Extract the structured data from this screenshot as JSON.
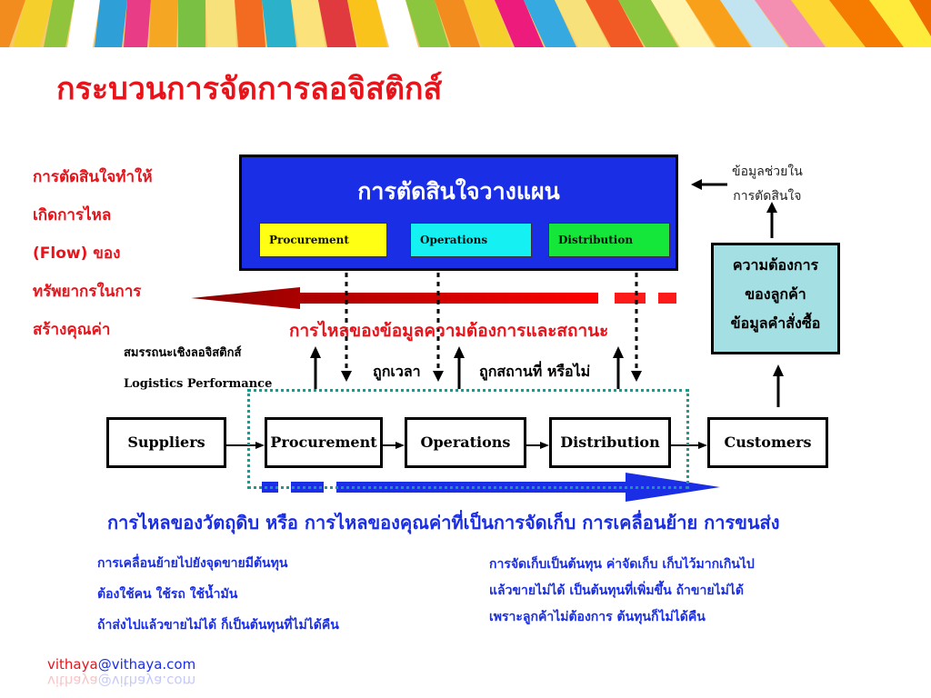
{
  "title": "กระบวนการจัดการลอจิสติกส์",
  "left_note": [
    "การตัดสินใจทำให้",
    "เกิดการไหล",
    "(Flow) ของ",
    "ทรัพยากรในการ",
    "สร้างคุณค่า"
  ],
  "plan_box": {
    "title": "การตัดสินใจวางแผน",
    "sub": [
      "Procurement",
      "Operations",
      "Distribution"
    ]
  },
  "info_note": [
    "ข้อมูลช่วยใน",
    "การตัดสินใจ"
  ],
  "customer_box": [
    "ความต้องการ",
    "ของลูกค้า",
    "ข้อมูลคำสั่งซื้อ"
  ],
  "info_flow": "การไหลของข้อมูลความต้องการและสถานะ",
  "performance": [
    "สมรรถนะเชิงลอจิสติกส์",
    "Logistics Performance"
  ],
  "on_time": "ถูกเวลา",
  "right_place": "ถูกสถานที่ หรือไม่",
  "nodes": [
    "Suppliers",
    "Procurement",
    "Operations",
    "Distribution",
    "Customers"
  ],
  "material_flow": "การไหลของวัตถุดิบ หรือ การไหลของคุณค่าที่เป็นการจัดเก็บ  การเคลื่อนย้าย  การขนส่ง",
  "note_transport": [
    "การเคลื่อนย้ายไปยังจุดขายมีต้นทุน",
    "ต้องใช้คน ใช้รถ ใช้น้ำมัน",
    "ถ้าส่งไปแล้วขายไม่ได้ ก็เป็นต้นทุนที่ไม่ได้คืน"
  ],
  "note_storage": [
    "การจัดเก็บเป็นต้นทุน  ค่าจัดเก็บ  เก็บไว้มากเกินไป",
    "แล้วขายไม่ได้ เป็นต้นทุนที่เพิ่มขึ้น  ถ้าขายไม่ได้",
    "เพราะลูกค้าไม่ต้องการ ต้นทุนก็ไม่ได้คืน"
  ],
  "footer": {
    "user": "vithaya",
    "domain": "@vithaya.com"
  },
  "colors": {
    "title_red": "#e8141b",
    "flow_blue": "#1a2ee6",
    "plan_blue": "#1a2ee6",
    "customer_box": "#a4dfe4",
    "dotted_teal": "#1a9c8c"
  }
}
